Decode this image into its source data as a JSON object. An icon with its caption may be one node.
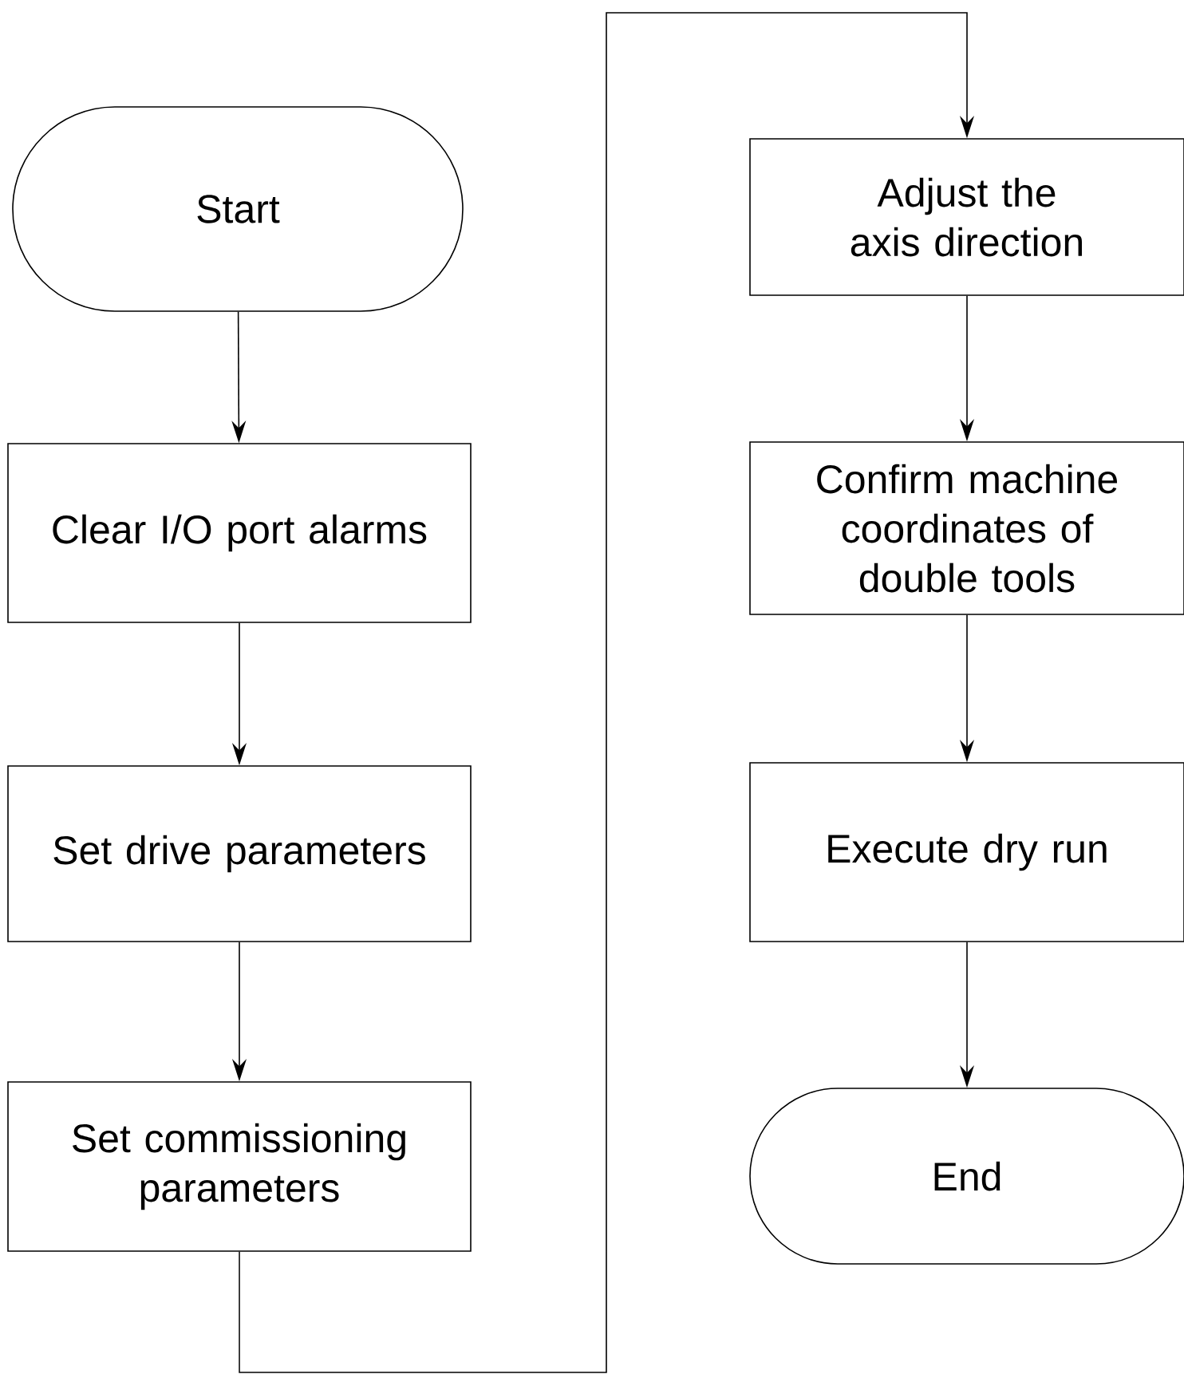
{
  "diagram": {
    "nodes": [
      {
        "text": [
          "Start"
        ]
      },
      {
        "text": [
          "Clear I/O port alarms"
        ]
      },
      {
        "text": [
          "Set drive parameters"
        ]
      },
      {
        "text": [
          "Set commissioning parameters"
        ]
      },
      {
        "text": [
          "Adjust the axis direction"
        ]
      },
      {
        "text": [
          "Confirm machine coordinates of double tools"
        ]
      },
      {
        "text": [
          "Execute dry run"
        ]
      },
      {
        "text": [
          "End"
        ]
      }
    ],
    "edges": [
      {
        "from": 0,
        "to": 1,
        "arrow": "to"
      },
      {
        "from": 1,
        "to": 2,
        "arrow": "to"
      },
      {
        "from": 2,
        "to": 3,
        "arrow": "to"
      },
      {
        "from": 3,
        "to": 4,
        "arrow": "to"
      },
      {
        "from": 4,
        "to": 5,
        "arrow": "to"
      },
      {
        "from": 5,
        "to": 6,
        "arrow": "to"
      },
      {
        "from": 6,
        "to": 7,
        "arrow": "to"
      }
    ]
  }
}
